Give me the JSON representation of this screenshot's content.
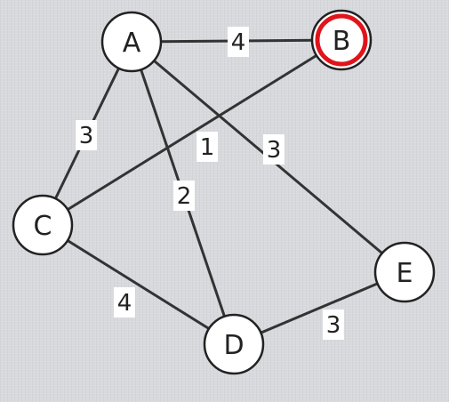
{
  "graph": {
    "nodes": [
      {
        "id": "A",
        "label": "A",
        "highlighted": false
      },
      {
        "id": "B",
        "label": "B",
        "highlighted": true
      },
      {
        "id": "C",
        "label": "C",
        "highlighted": false
      },
      {
        "id": "D",
        "label": "D",
        "highlighted": false
      },
      {
        "id": "E",
        "label": "E",
        "highlighted": false
      }
    ],
    "edges": [
      {
        "from": "A",
        "to": "B",
        "weight": "4"
      },
      {
        "from": "A",
        "to": "C",
        "weight": "3"
      },
      {
        "from": "A",
        "to": "D",
        "weight": "2"
      },
      {
        "from": "A",
        "to": "E",
        "weight": "3"
      },
      {
        "from": "B",
        "to": "C",
        "weight": "1"
      },
      {
        "from": "C",
        "to": "D",
        "weight": "4"
      },
      {
        "from": "D",
        "to": "E",
        "weight": "3"
      }
    ],
    "highlight_color": "#e0141b"
  }
}
